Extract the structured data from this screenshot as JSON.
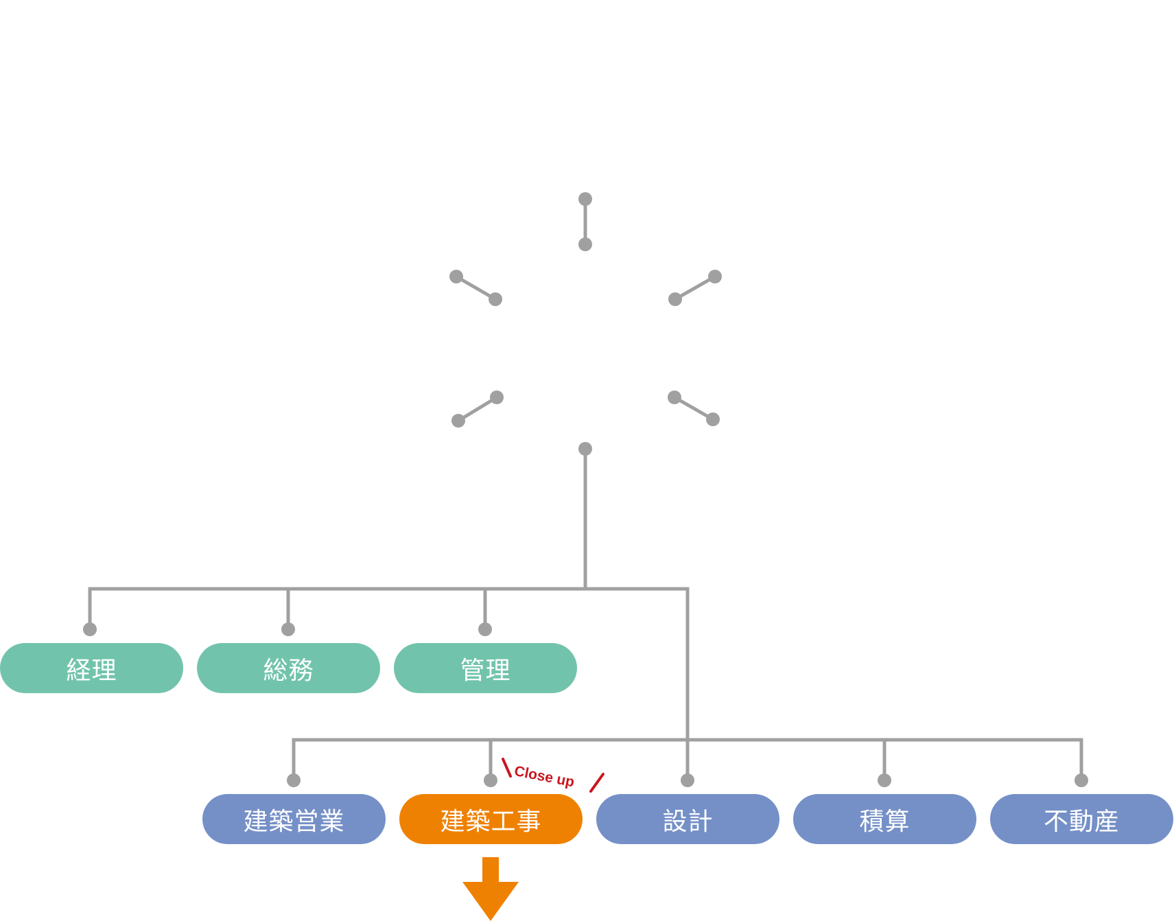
{
  "admin_departments": [
    {
      "label": "経理"
    },
    {
      "label": "総務"
    },
    {
      "label": "管理"
    }
  ],
  "business_departments": [
    {
      "label": "建築営業"
    },
    {
      "label": "建築工事",
      "highlighted": true
    },
    {
      "label": "設計"
    },
    {
      "label": "積算"
    },
    {
      "label": "不動産"
    }
  ],
  "annotation": {
    "text": "Close up"
  },
  "colors": {
    "line": "#a0a0a0",
    "admin": "#71c4ab",
    "business": "#7590c7",
    "highlight": "#ef8102",
    "annotation": "#c8161e"
  }
}
